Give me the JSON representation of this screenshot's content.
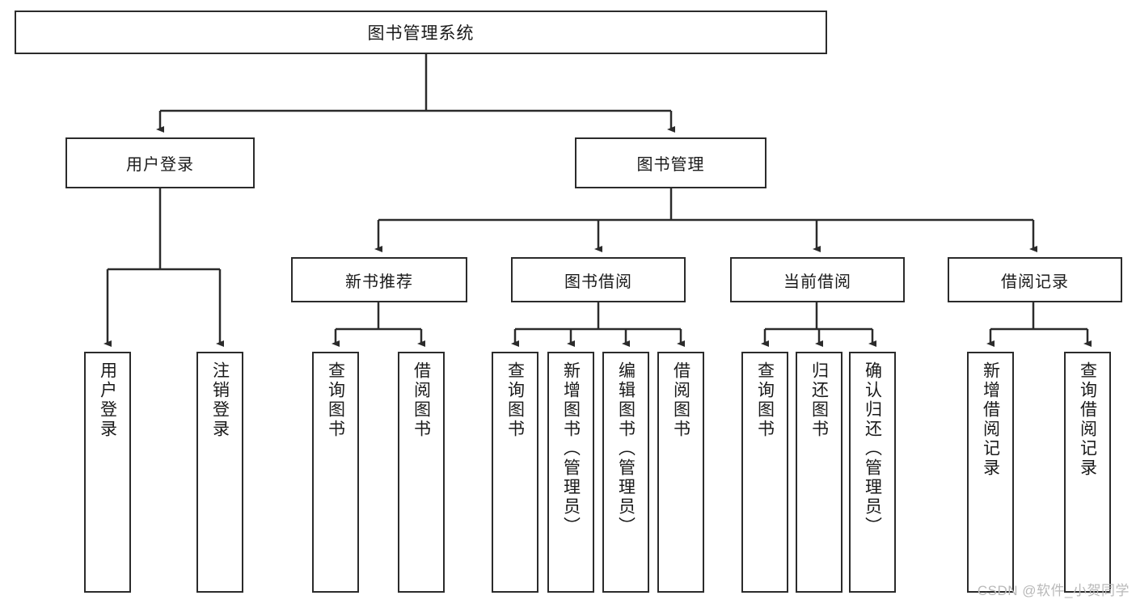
{
  "diagram": {
    "title": "图书管理系统",
    "type": "hierarchy-tree",
    "colors": {
      "box_border": "#2b2b2b",
      "box_fill": "#ffffff",
      "edge": "#2b2b2b",
      "text": "#1a1a1a",
      "watermark": "#b9b9b9",
      "background": "#ffffff"
    },
    "root": {
      "label": "图书管理系统"
    },
    "level1": [
      {
        "label": "用户登录"
      },
      {
        "label": "图书管理"
      }
    ],
    "level2": [
      {
        "label": "新书推荐"
      },
      {
        "label": "图书借阅"
      },
      {
        "label": "当前借阅"
      },
      {
        "label": "借阅记录"
      }
    ],
    "leaves": {
      "user_login": [
        {
          "label": "用户登录"
        },
        {
          "label": "注销登录"
        }
      ],
      "new_book_recommend": [
        {
          "label": "查询图书"
        },
        {
          "label": "借阅图书"
        }
      ],
      "book_borrow": [
        {
          "label": "查询图书"
        },
        {
          "label": "新增图书（管理员）"
        },
        {
          "label": "编辑图书（管理员）"
        },
        {
          "label": "借阅图书"
        }
      ],
      "current_borrow": [
        {
          "label": "查询图书"
        },
        {
          "label": "归还图书"
        },
        {
          "label": "确认归还（管理员）"
        }
      ],
      "borrow_record": [
        {
          "label": "新增借阅记录"
        },
        {
          "label": "查询借阅记录"
        }
      ]
    }
  },
  "watermark": {
    "text": "CSDN @软件_小贺同学"
  }
}
